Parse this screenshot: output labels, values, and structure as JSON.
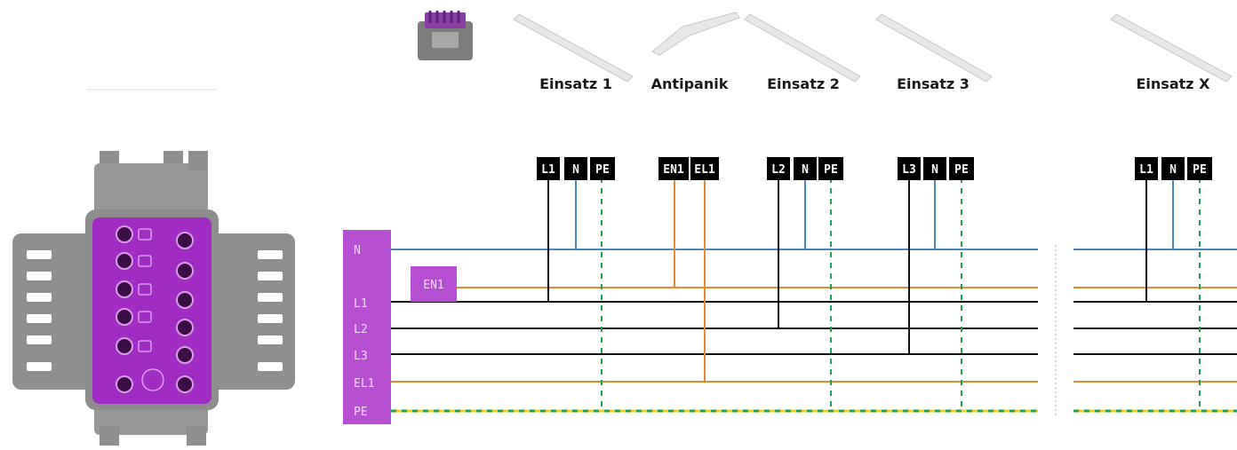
{
  "fixtures": [
    {
      "label": "Einsatz 1",
      "terminals": [
        "L1",
        "N",
        "PE"
      ]
    },
    {
      "label": "Antipanik",
      "terminals": [
        "EN1",
        "EL1"
      ]
    },
    {
      "label": "Einsatz 2",
      "terminals": [
        "L2",
        "N",
        "PE"
      ]
    },
    {
      "label": "Einsatz 3",
      "terminals": [
        "L3",
        "N",
        "PE"
      ]
    },
    {
      "label": "Einsatz X",
      "terminals": [
        "L1",
        "N",
        "PE"
      ]
    }
  ],
  "bus_labels": [
    "N",
    "L1",
    "L2",
    "L3",
    "EL1",
    "PE"
  ],
  "en1_label": "EN1",
  "colors": {
    "purple": "#b64fd1",
    "connector_purple": "#a12cc4",
    "neutral": "#4a86bd",
    "phase": "#111111",
    "emergency": "#e58a2e",
    "pe_green": "#1fa34a",
    "pe_yellow": "#e9d21b",
    "grey_body": "#8d8d8d"
  }
}
